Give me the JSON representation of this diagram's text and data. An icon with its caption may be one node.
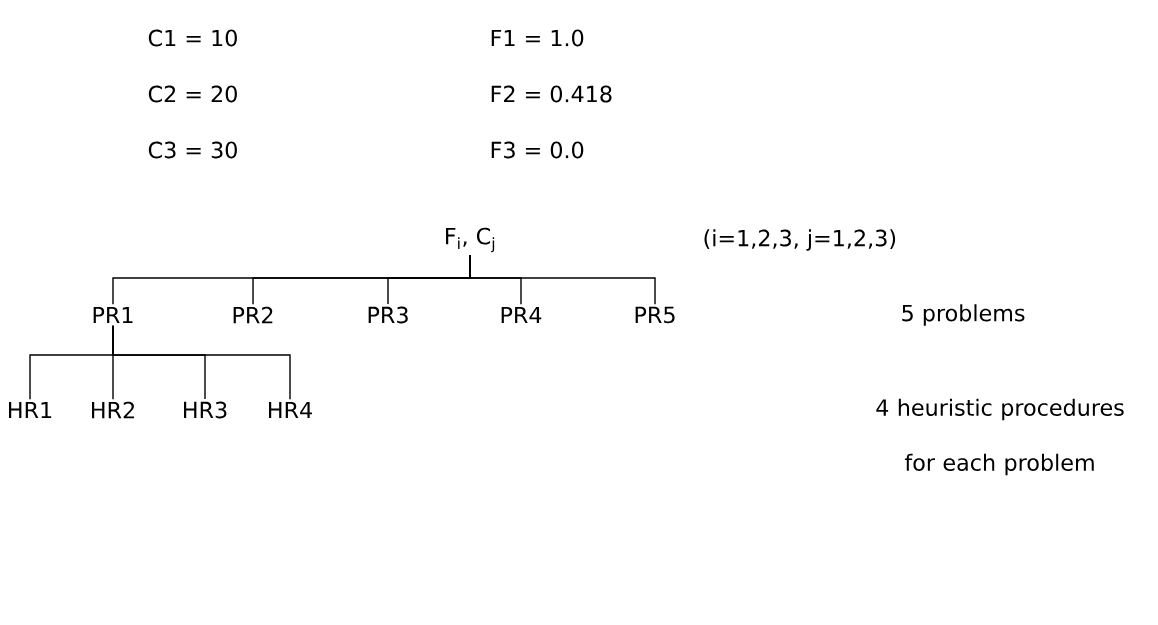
{
  "diagram": {
    "nodes": [
      {
        "text": [
          "F$_{i}$, C$_{j}$"
        ]
      },
      {
        "text": [
          "PR1"
        ]
      },
      {
        "text": [
          "PR2"
        ]
      },
      {
        "text": [
          "PR3"
        ]
      },
      {
        "text": [
          "PR4"
        ]
      },
      {
        "text": [
          "PR5"
        ]
      },
      {
        "text": [
          "HR1"
        ]
      },
      {
        "text": [
          "HR2"
        ]
      },
      {
        "text": [
          "HR3"
        ]
      },
      {
        "text": [
          "HR4"
        ]
      }
    ],
    "edges": [
      {
        "from": 0,
        "to": 1,
        "arrow": "none"
      },
      {
        "from": 0,
        "to": 2,
        "arrow": "none"
      },
      {
        "from": 0,
        "to": 3,
        "arrow": "none"
      },
      {
        "from": 0,
        "to": 4,
        "arrow": "none"
      },
      {
        "from": 0,
        "to": 5,
        "arrow": "none"
      },
      {
        "from": 1,
        "to": 6,
        "arrow": "none"
      },
      {
        "from": 1,
        "to": 7,
        "arrow": "none"
      },
      {
        "from": 1,
        "to": 8,
        "arrow": "none"
      },
      {
        "from": 1,
        "to": 9,
        "arrow": "none"
      }
    ],
    "labels": [
      "C1 = 10",
      "F1 = 1.0",
      "C2 = 20",
      "F2 = 0.418",
      "C3 = 30",
      "F3 = 0.0",
      "(i=1,2,3, j=1,2,3)",
      "5 problems",
      "4 heuristic procedures for each problem"
    ]
  }
}
